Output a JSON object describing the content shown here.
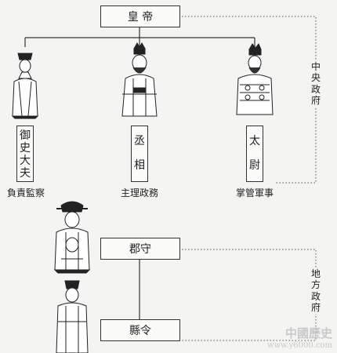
{
  "emperor": {
    "label": "皇 帝"
  },
  "central_officials": [
    {
      "title_chars": [
        "御",
        "史",
        "大",
        "夫"
      ],
      "caption": "負責監察"
    },
    {
      "title_chars": [
        "丞",
        "相"
      ],
      "caption": "主理政務"
    },
    {
      "title_chars": [
        "太",
        "尉"
      ],
      "caption": "掌管軍事"
    }
  ],
  "central_government_label": [
    "中",
    "央",
    "政",
    "府"
  ],
  "local_government_label": [
    "地",
    "方",
    "政",
    "府"
  ],
  "commandery": {
    "label": "郡守"
  },
  "county": {
    "label": "縣令"
  },
  "watermark": {
    "line1": "中國歷史",
    "line2": "www.y6000.com"
  },
  "colors": {
    "line": "#333333",
    "background": "#f4f4f2"
  }
}
